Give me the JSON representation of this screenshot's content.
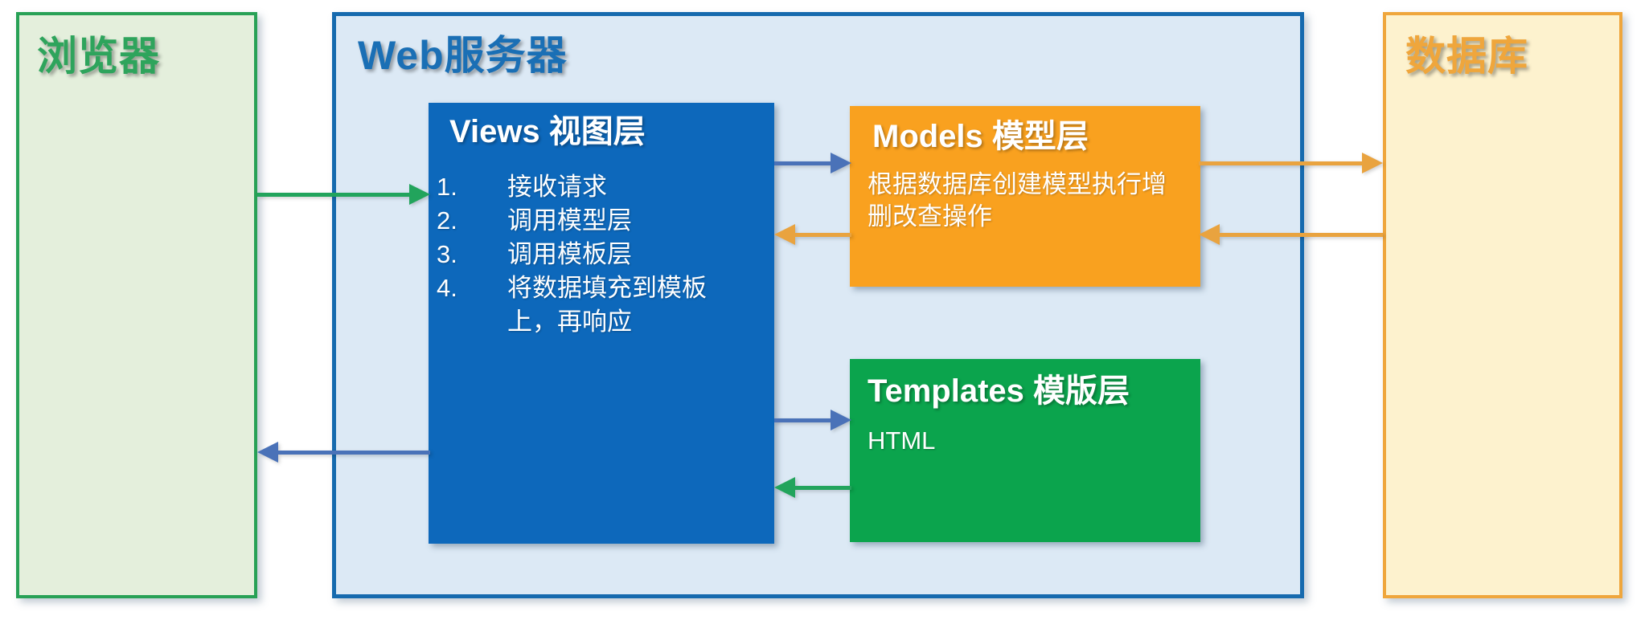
{
  "palette": {
    "green_border": "#28a156",
    "green_fill": "#e4efdc",
    "green_title": "#2ea45c",
    "blue_border": "#166aae",
    "blue_fill": "#dce9f5",
    "blue_title": "#1a6fb5",
    "views_blue": "#0d68bb",
    "models_orange": "#f9a11f",
    "templates_green": "#0ba44d",
    "db_fill": "#fdf2ce",
    "db_border": "#efa63c",
    "db_title": "#efa63c",
    "arrow_green": "#22a45c",
    "arrow_blue": "#4a72b8",
    "arrow_orange": "#e9a33f"
  },
  "browser": {
    "title": "浏览器"
  },
  "web_server": {
    "title": "Web服务器",
    "views": {
      "title": "Views 视图层",
      "items": [
        "接收请求",
        "调用模型层",
        "调用模板层",
        "将数据填充到模板上，再响应"
      ]
    },
    "models": {
      "title": "Models 模型层",
      "body": "根据数据库创建模型执行增删改查操作"
    },
    "templates": {
      "title": "Templates 模版层",
      "body": "HTML"
    }
  },
  "database": {
    "title": "数据库"
  },
  "arrows": [
    {
      "from": "浏览器",
      "to": "Views 视图层",
      "color": "arrow_green"
    },
    {
      "from": "Views 视图层",
      "to": "浏览器",
      "color": "arrow_blue"
    },
    {
      "from": "Views 视图层",
      "to": "Models 模型层",
      "color": "arrow_blue"
    },
    {
      "from": "Models 模型层",
      "to": "Views 视图层",
      "color": "arrow_orange"
    },
    {
      "from": "Views 视图层",
      "to": "Templates 模版层",
      "color": "arrow_blue"
    },
    {
      "from": "Templates 模版层",
      "to": "Views 视图层",
      "color": "arrow_green"
    },
    {
      "from": "Models 模型层",
      "to": "数据库",
      "color": "arrow_orange"
    },
    {
      "from": "数据库",
      "to": "Models 模型层",
      "color": "arrow_orange"
    }
  ]
}
